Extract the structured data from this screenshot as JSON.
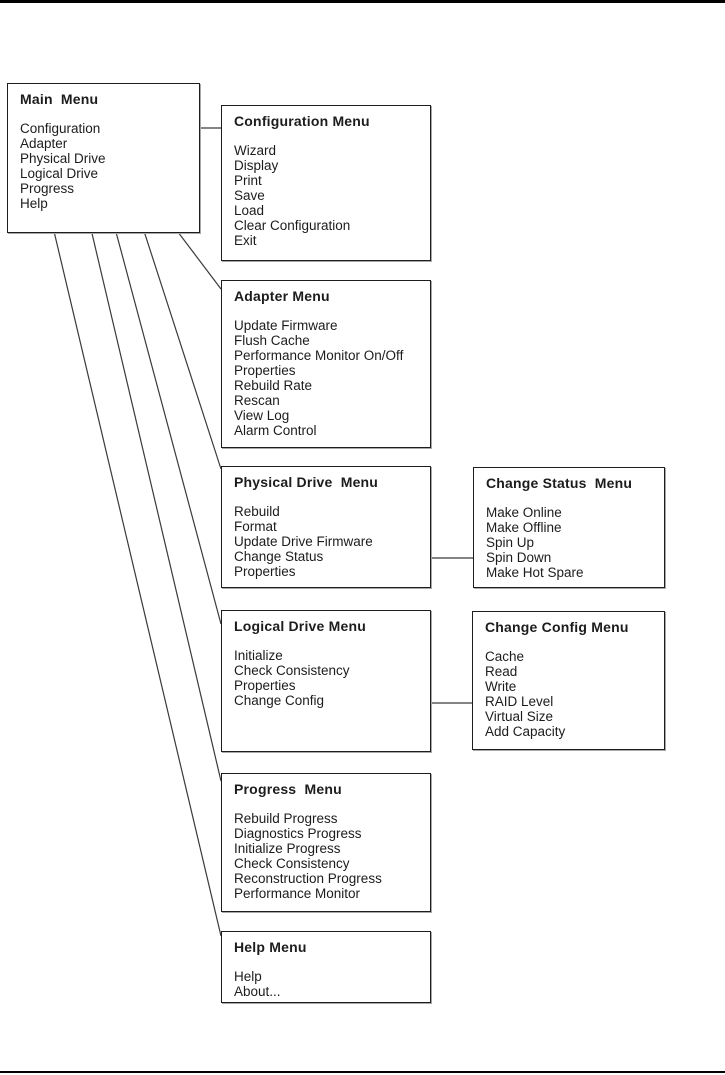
{
  "colors": {
    "background": "#ffffff",
    "ink": "#1c1c1c",
    "connector_line": "#3a3a3a",
    "page_rule": "#000000"
  },
  "menus": [
    {
      "id": "main",
      "title": "Main  Menu",
      "items": [
        "Configuration",
        "Adapter",
        "Physical Drive",
        "Logical Drive",
        "Progress",
        "Help"
      ]
    },
    {
      "id": "configuration",
      "title": "Configuration Menu",
      "items": [
        "Wizard",
        "Display",
        "Print",
        "Save",
        "Load",
        "Clear Configuration",
        "Exit"
      ]
    },
    {
      "id": "adapter",
      "title": "Adapter Menu",
      "items": [
        "Update Firmware",
        "Flush Cache",
        "Performance Monitor On/Off",
        "Properties",
        "Rebuild Rate",
        "Rescan",
        "View Log",
        "Alarm Control"
      ]
    },
    {
      "id": "physical-drive",
      "title": "Physical Drive  Menu",
      "items": [
        "Rebuild",
        "Format",
        "Update Drive Firmware",
        "Change Status",
        "Properties"
      ]
    },
    {
      "id": "change-status",
      "title": "Change Status  Menu",
      "items": [
        "Make Online",
        "Make Offline",
        "Spin Up",
        "Spin Down",
        "Make Hot Spare"
      ]
    },
    {
      "id": "logical-drive",
      "title": "Logical Drive Menu",
      "items": [
        "Initialize",
        "Check Consistency",
        "Properties",
        "Change Config"
      ]
    },
    {
      "id": "change-config",
      "title": "Change Config Menu",
      "items": [
        "Cache",
        "Read",
        "Write",
        "RAID Level",
        "Virtual Size",
        "Add Capacity"
      ]
    },
    {
      "id": "progress",
      "title": "Progress  Menu",
      "items": [
        "Rebuild Progress",
        "Diagnostics Progress",
        "Initialize Progress",
        "Check Consistency",
        "Reconstruction Progress",
        "Performance Monitor"
      ]
    },
    {
      "id": "help",
      "title": "Help Menu",
      "items": [
        "Help",
        "About..."
      ]
    }
  ],
  "connectors": [
    {
      "from": "Configuration",
      "to": "Configuration Menu"
    },
    {
      "from": "Adapter",
      "to": "Adapter Menu"
    },
    {
      "from": "Physical Drive",
      "to": "Physical Drive Menu"
    },
    {
      "from": "Logical Drive",
      "to": "Logical Drive Menu"
    },
    {
      "from": "Progress",
      "to": "Progress Menu"
    },
    {
      "from": "Help",
      "to": "Help Menu"
    },
    {
      "from": "Change Status",
      "to": "Change Status Menu"
    },
    {
      "from": "Change Config",
      "to": "Change Config Menu"
    }
  ]
}
